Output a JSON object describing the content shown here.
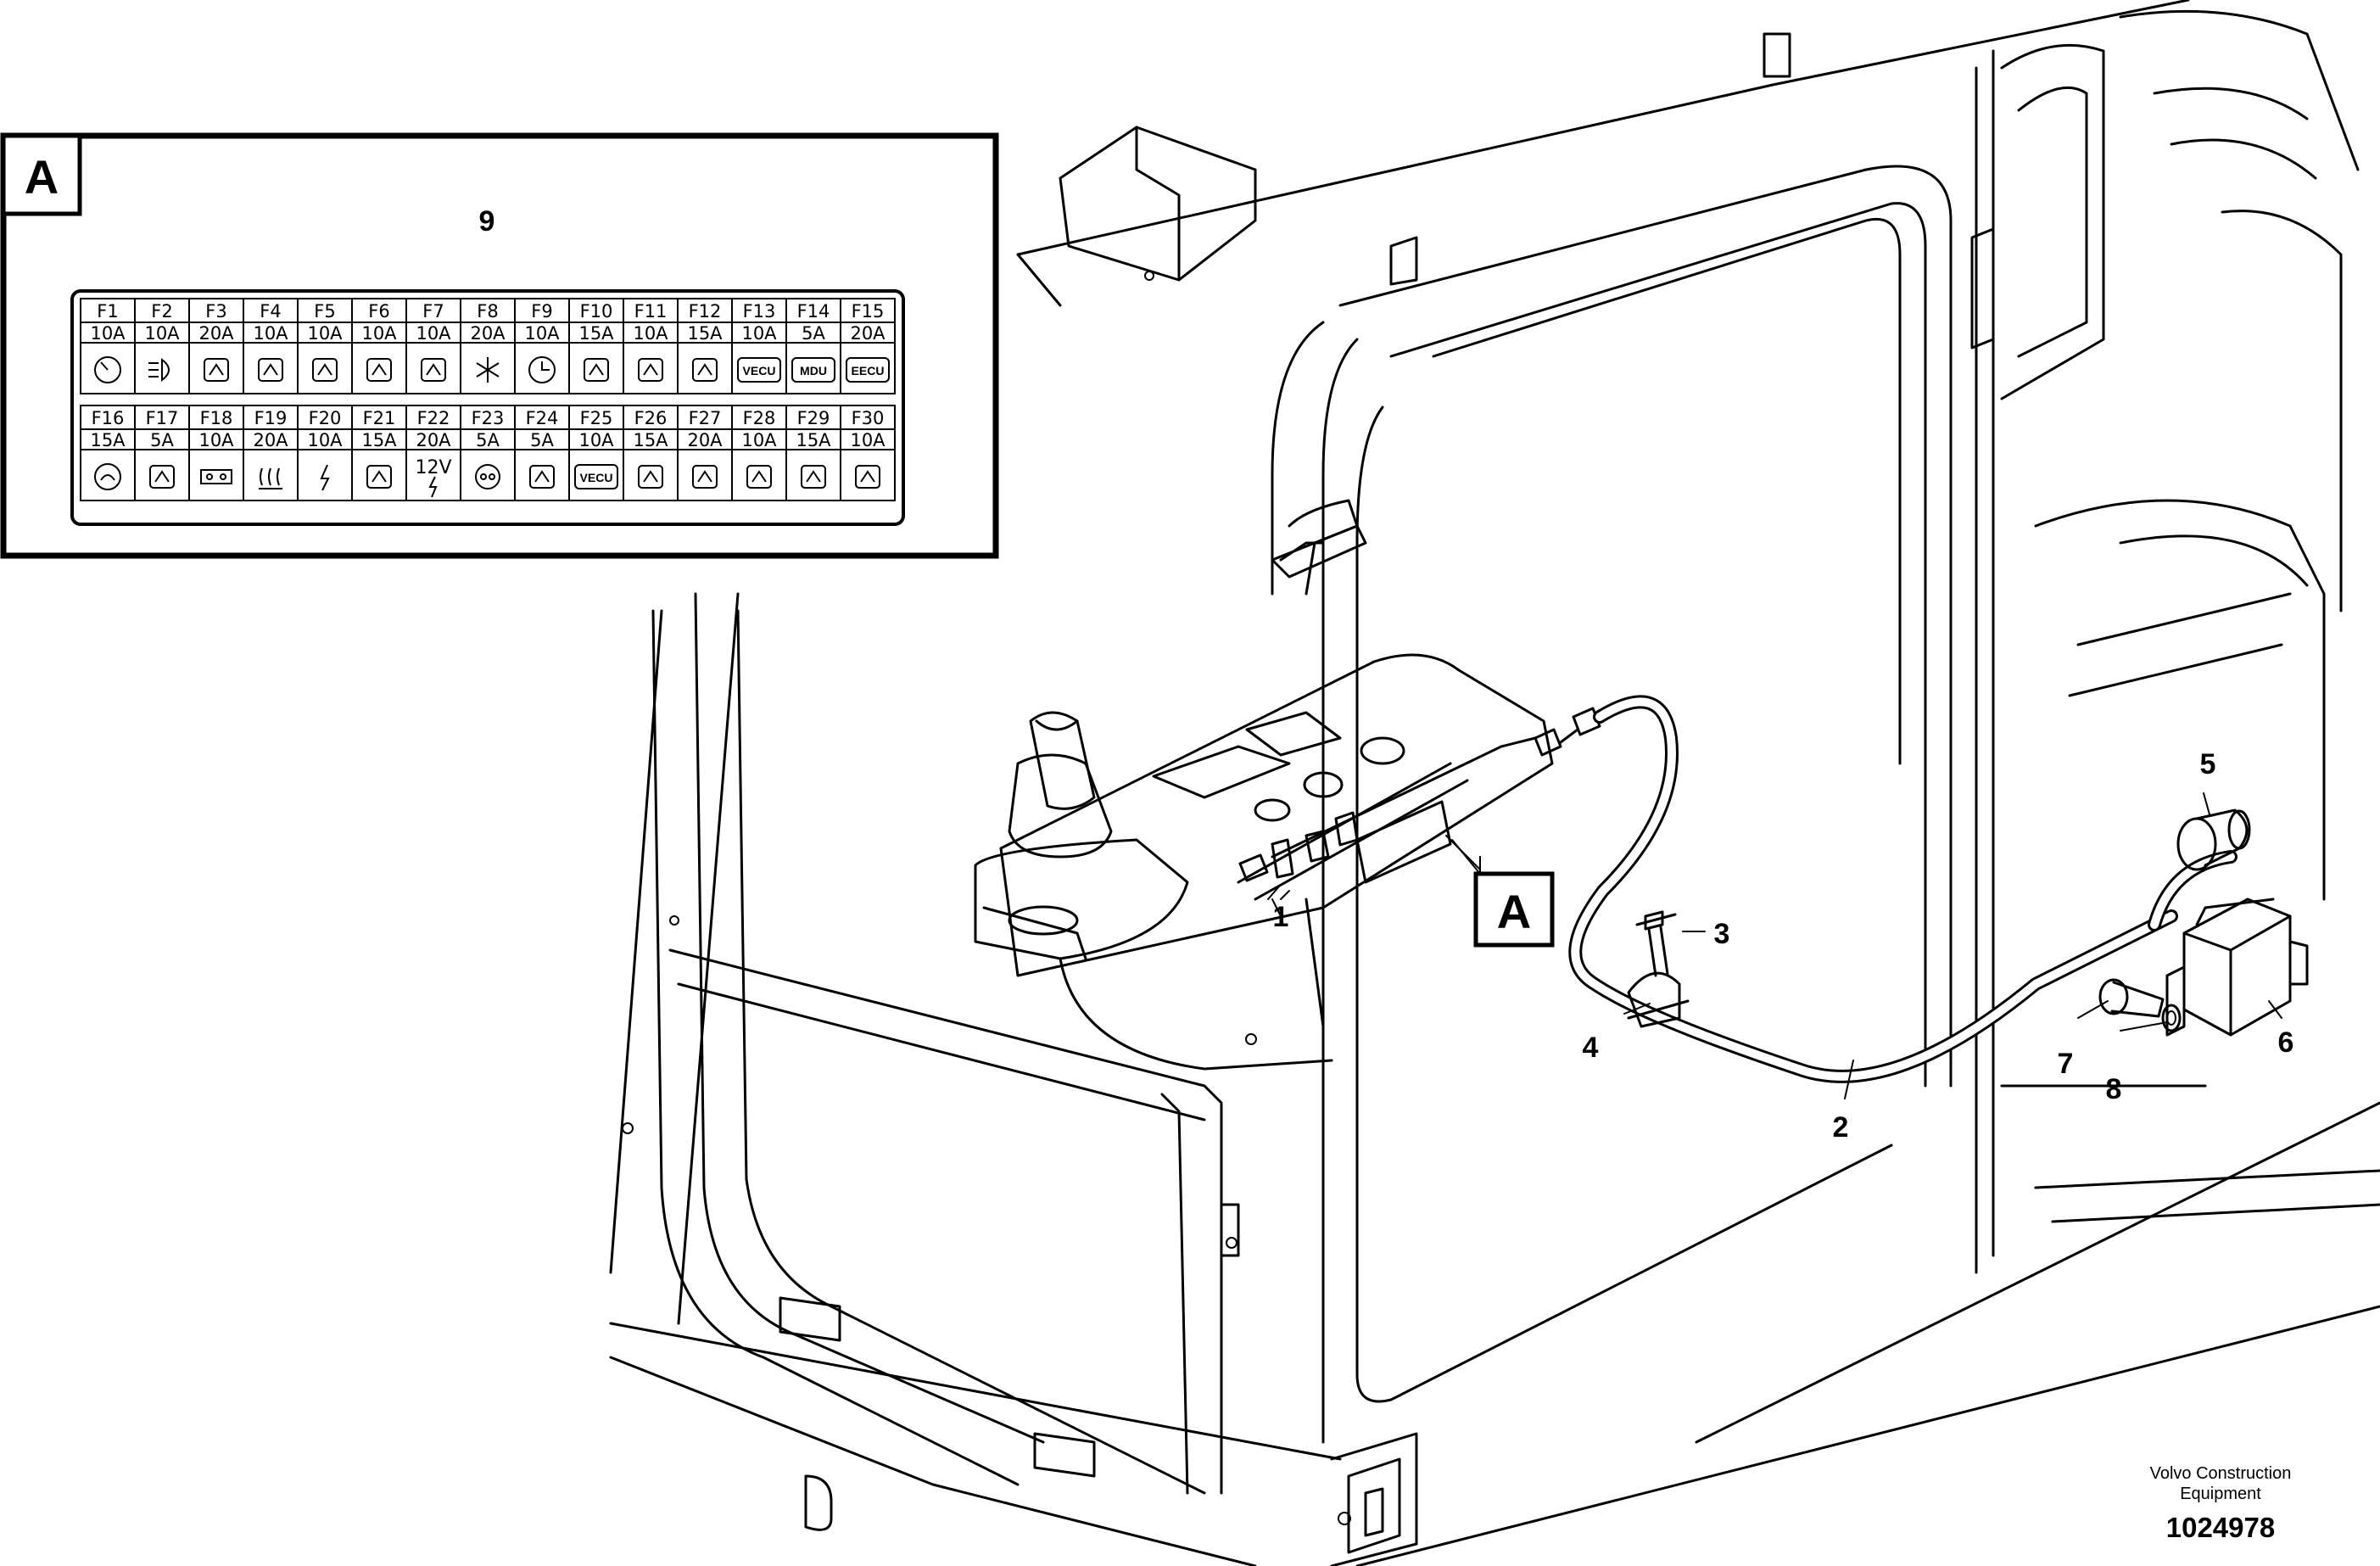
{
  "callouts": [
    "1",
    "2",
    "3",
    "4",
    "5",
    "6",
    "7",
    "8",
    "9"
  ],
  "detail_label": "A",
  "fuse_panel": {
    "row1": [
      {
        "id": "F1",
        "amp": "10A",
        "icon": "gauge-icon"
      },
      {
        "id": "F2",
        "amp": "10A",
        "icon": "headlight-icon"
      },
      {
        "id": "F3",
        "amp": "20A",
        "icon": "work-light-icon"
      },
      {
        "id": "F4",
        "amp": "10A",
        "icon": "wiper-icon"
      },
      {
        "id": "F5",
        "amp": "10A",
        "icon": "cab-fan-icon"
      },
      {
        "id": "F6",
        "amp": "10A",
        "icon": "seat-icon"
      },
      {
        "id": "F7",
        "amp": "10A",
        "icon": "horn-icon"
      },
      {
        "id": "F8",
        "amp": "20A",
        "icon": "ac-snowflake-icon"
      },
      {
        "id": "F9",
        "amp": "10A",
        "icon": "clock-icon"
      },
      {
        "id": "F10",
        "amp": "15A",
        "icon": "window-defrost-icon"
      },
      {
        "id": "F11",
        "amp": "10A",
        "icon": "beacon-icon"
      },
      {
        "id": "F12",
        "amp": "15A",
        "icon": "fuel-pump-icon"
      },
      {
        "id": "F13",
        "amp": "10A",
        "icon": "vecu-icon",
        "text": "VECU"
      },
      {
        "id": "F14",
        "amp": "5A",
        "icon": "mdu-icon",
        "text": "MDU"
      },
      {
        "id": "F15",
        "amp": "20A",
        "icon": "eecu-icon",
        "text": "EECU"
      }
    ],
    "row2": [
      {
        "id": "F16",
        "amp": "15A",
        "icon": "alternator-icon"
      },
      {
        "id": "F17",
        "amp": "5A",
        "icon": "room-light-icon"
      },
      {
        "id": "F18",
        "amp": "10A",
        "icon": "radio-icon"
      },
      {
        "id": "F19",
        "amp": "20A",
        "icon": "heater-icon"
      },
      {
        "id": "F20",
        "amp": "10A",
        "icon": "power-icon"
      },
      {
        "id": "F21",
        "amp": "15A",
        "icon": "refuel-pump-icon"
      },
      {
        "id": "F22",
        "amp": "20A",
        "icon": "12v-socket-icon",
        "text": "12V"
      },
      {
        "id": "F23",
        "amp": "5A",
        "icon": "travel-alarm-icon"
      },
      {
        "id": "F24",
        "amp": "5A",
        "icon": "safety-lever-icon"
      },
      {
        "id": "F25",
        "amp": "10A",
        "icon": "vecu-icon",
        "text": "VECU"
      },
      {
        "id": "F26",
        "amp": "15A",
        "icon": "seat-heater-icon"
      },
      {
        "id": "F27",
        "amp": "20A",
        "icon": "breaker-icon"
      },
      {
        "id": "F28",
        "amp": "10A",
        "icon": "hammer-icon"
      },
      {
        "id": "F29",
        "amp": "15A",
        "icon": "speaker-icon"
      },
      {
        "id": "F30",
        "amp": "10A",
        "icon": "lubrication-icon"
      }
    ]
  },
  "footer": {
    "brand": "Volvo Construction Equipment",
    "doc_id": "1024978"
  }
}
